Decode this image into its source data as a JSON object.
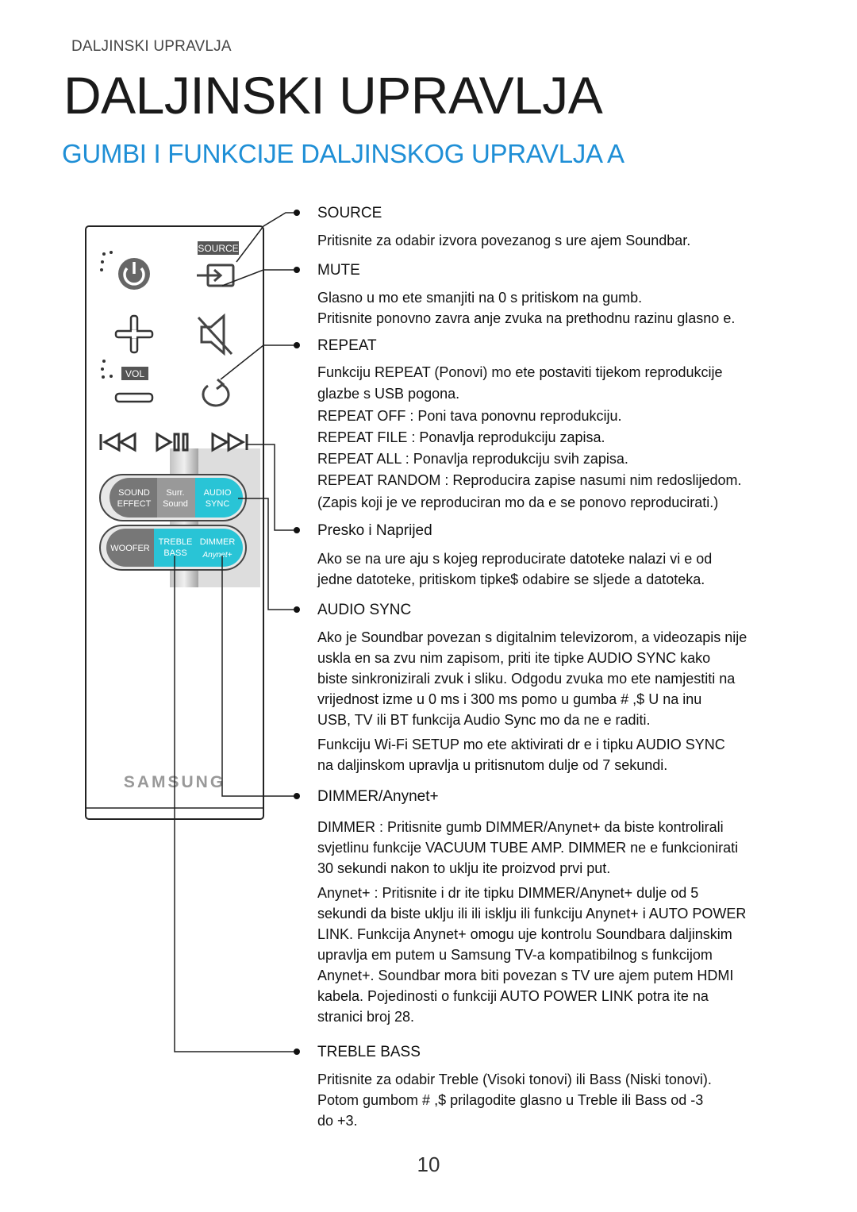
{
  "header": {
    "section": "DALJINSKI UPRAVLJA"
  },
  "title": "DALJINSKI UPRAVLJA",
  "subtitle": "GUMBI I FUNKCIJE DALJINSKOG UPRAVLJA A",
  "remote": {
    "labels": {
      "source": "SOURCE",
      "vol": "VOL",
      "sound_effect_1": "SOUND",
      "sound_effect_2": "EFFECT",
      "surr_1": "Surr.",
      "surr_2": "Sound",
      "audio_sync_1": "AUDIO",
      "audio_sync_2": "SYNC",
      "woofer": "WOOFER",
      "treble_1": "TREBLE",
      "treble_2": "BASS",
      "dimmer": "DIMMER",
      "anynet": "Anynet+",
      "brand": "SAMSUNG"
    }
  },
  "items": {
    "source": {
      "title": "SOURCE",
      "lines": [
        "Pritisnite za odabir izvora povezanog s ure ajem Soundbar."
      ]
    },
    "mute": {
      "title": "MUTE",
      "lines": [
        "Glasno u mo ete smanjiti na 0 s pritiskom na gumb.",
        "Pritisnite ponovno zavra anje zvuka na prethodnu razinu glasno e."
      ]
    },
    "repeat": {
      "title": "REPEAT",
      "lines": [
        "Funkciju REPEAT (Ponovi) mo ete postaviti tijekom reprodukcije",
        "glazbe s USB pogona.",
        "REPEAT OFF : Poni tava ponovnu reprodukciju.",
        "REPEAT FILE : Ponavlja reprodukciju zapisa.",
        "REPEAT ALL : Ponavlja reprodukciju svih zapisa.",
        "REPEAT RANDOM :  Reproducira zapise nasumi nim redoslijedom.",
        "(Zapis koji je ve  reproduciran mo da  e se ponovo reproducirati.)"
      ]
    },
    "skip": {
      "title": "Presko i Naprijed",
      "lines": [
        "Ako se na ure aju s kojeg reproducirate datoteke nalazi vi e od",
        "jedne datoteke, pritiskom tipke$     odabire se sljede a datoteka."
      ]
    },
    "audio_sync": {
      "title": "AUDIO SYNC",
      "para1": [
        "Ako je Soundbar povezan s digitalnim televizorom, a videozapis nije",
        "uskla en sa zvu nim zapisom, priti  ite tipke AUDIO SYNC kako",
        "biste sinkronizirali zvuk i sliku. Odgodu zvuka mo ete namjestiti na",
        "vrijednost izme u 0 ms i 300 ms pomo u gumba #    ,$    U na inu",
        "USB, TV ili BT funkcija Audio Sync mo da ne e raditi."
      ],
      "para2": [
        "Funkciju Wi-Fi SETUP mo ete aktivirati dr e i tipku AUDIO SYNC",
        "na daljinskom upravlja u pritisnutom dulje od 7 sekundi."
      ]
    },
    "dimmer": {
      "title": "DIMMER/Anynet+",
      "para1": [
        "DIMMER : Pritisnite gumb DIMMER/Anynet+ da biste kontrolirali",
        "svjetlinu funkcije VACUUM TUBE AMP. DIMMER ne e funkcionirati",
        "30 sekundi nakon  to uklju ite proizvod prvi put."
      ],
      "para2": [
        "Anynet+ : Pritisnite i dr ite tipku DIMMER/Anynet+ dulje od 5",
        "sekundi da biste uklju ili ili isklju ili funkciju Anynet+ i AUTO POWER",
        "LINK. Funkcija Anynet+ omogu uje kontrolu Soundbara daljinskim",
        "upravlja em putem u Samsung TV-a kompatibilnog s funkcijom",
        "Anynet+. Soundbar mora biti povezan s TV ure ajem putem HDMI",
        "kabela. Pojedinosti o funkciji AUTO POWER LINK potra ite na",
        "stranici broj 28."
      ]
    },
    "treble_bass": {
      "title": "TREBLE BASS",
      "lines": [
        "Pritisnite za odabir Treble (Visoki tonovi) ili Bass (Niski tonovi).",
        "Potom gumbom #    ,$     prilagodite glasno u Treble ili Bass od -3",
        "do +3."
      ]
    }
  },
  "page_number": "10"
}
